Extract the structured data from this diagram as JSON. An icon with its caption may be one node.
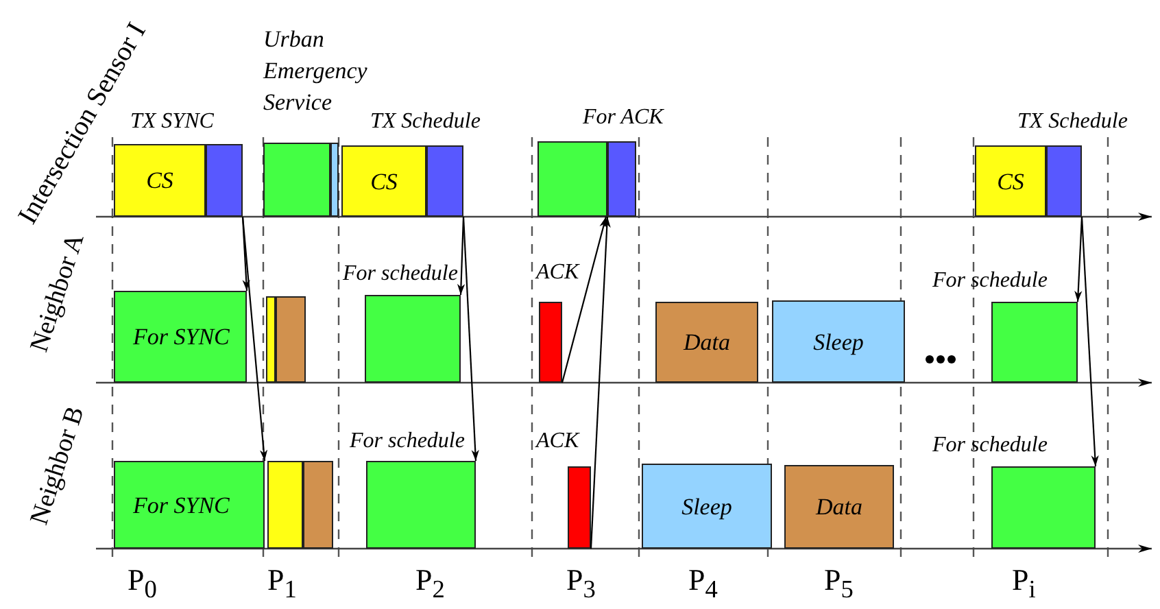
{
  "diagram": {
    "nodes": [
      {
        "text": [
          "CS"
        ],
        "beside": [
          "TX SYNC"
        ]
      },
      {
        "text": [],
        "shape": "box"
      },
      {
        "text": [],
        "shape": "box",
        "beside": [
          "Urban Emergency Service"
        ]
      },
      {
        "text": [],
        "shape": "box"
      },
      {
        "text": [
          "CS"
        ],
        "beside": [
          "TX Schedule"
        ]
      },
      {
        "text": [],
        "shape": "box"
      },
      {
        "text": [],
        "shape": "box",
        "beside": [
          "For ACK"
        ]
      },
      {
        "text": [],
        "shape": "box"
      },
      {
        "text": [
          "CS"
        ],
        "beside": [
          "TX Schedule"
        ]
      },
      {
        "text": [],
        "shape": "box"
      },
      {
        "text": [
          "For SYNC"
        ]
      },
      {
        "text": [],
        "shape": "box"
      },
      {
        "text": [],
        "shape": "box"
      },
      {
        "text": [],
        "shape": "box",
        "beside": [
          "For schedule"
        ]
      },
      {
        "text": [],
        "shape": "box",
        "beside": [
          "ACK"
        ]
      },
      {
        "text": [
          "Data"
        ]
      },
      {
        "text": [
          "Sleep"
        ]
      },
      {
        "text": [],
        "shape": "box",
        "beside": [
          "For schedule"
        ]
      },
      {
        "text": [
          "For SYNC"
        ]
      },
      {
        "text": [],
        "shape": "box"
      },
      {
        "text": [],
        "shape": "box"
      },
      {
        "text": [],
        "shape": "box",
        "beside": [
          "For schedule"
        ]
      },
      {
        "text": [],
        "shape": "box",
        "beside": [
          "ACK"
        ]
      },
      {
        "text": [
          "Sleep"
        ]
      },
      {
        "text": [
          "Data"
        ]
      },
      {
        "text": [],
        "shape": "box",
        "beside": [
          "For schedule"
        ]
      }
    ],
    "edges": [
      {
        "from": 1,
        "to": 10,
        "arrow": "to"
      },
      {
        "from": 1,
        "to": 18,
        "arrow": "to"
      },
      {
        "from": 5,
        "to": 13,
        "arrow": "to"
      },
      {
        "from": 5,
        "to": 21,
        "arrow": "to"
      },
      {
        "from": 14,
        "to": 6,
        "arrow": "to"
      },
      {
        "from": 22,
        "to": 6,
        "arrow": "to"
      },
      {
        "from": 9,
        "to": 17,
        "arrow": "to"
      },
      {
        "from": 9,
        "to": 25,
        "arrow": "to"
      }
    ],
    "labels": [
      "Intersection Sensor I",
      "Neighbor A",
      "Neighbor B",
      "P$_{0}$",
      "P$_{1}$",
      "P$_{2}$",
      "P$_{3}$",
      "P$_{4}$",
      "P$_{5}$",
      "P$_{i}$"
    ]
  }
}
